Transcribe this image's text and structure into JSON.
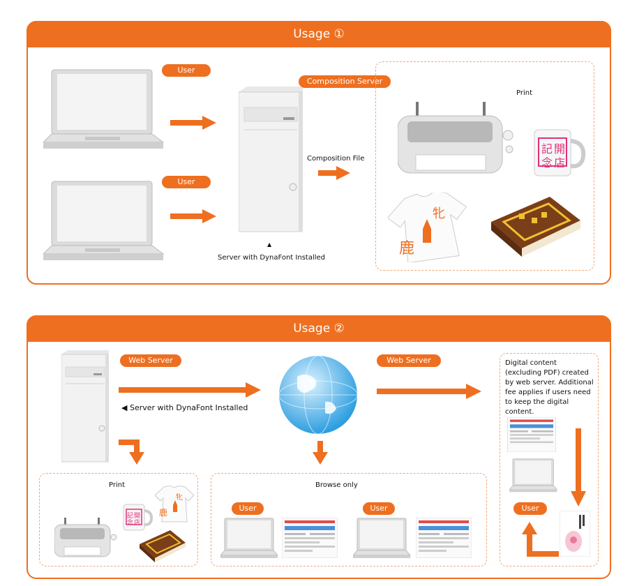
{
  "panel1": {
    "title": "Usage ①",
    "user_label_1": "User",
    "user_label_2": "User",
    "composition_server_label": "Composition Server",
    "print_label": "Print",
    "composition_file_label": "Composition File",
    "server_marker": "▲",
    "server_caption": "Server with DynaFont Installed",
    "tshirt_chars": [
      "牝",
      "鹿"
    ],
    "mug_chars": [
      "記",
      "開",
      "念",
      "店"
    ]
  },
  "panel2": {
    "title": "Usage ②",
    "web_server_label_1": "Web Server",
    "web_server_label_2": "Web Server",
    "server_caption": "◀ Server with DynaFont Installed",
    "digital_note": "Digital content (excluding PDF) created by web server. Additional fee applies if users need to keep the digital content.",
    "print_label": "Print",
    "browse_label": "Browse only",
    "user_label_1": "User",
    "user_label_2": "User",
    "user_label_3": "User",
    "tshirt_chars": [
      "牝",
      "鹿"
    ],
    "mug_chars": [
      "記",
      "開",
      "念",
      "店"
    ]
  },
  "colors": {
    "accent": "#ee6f20",
    "dashed_border": "#f0a878"
  }
}
